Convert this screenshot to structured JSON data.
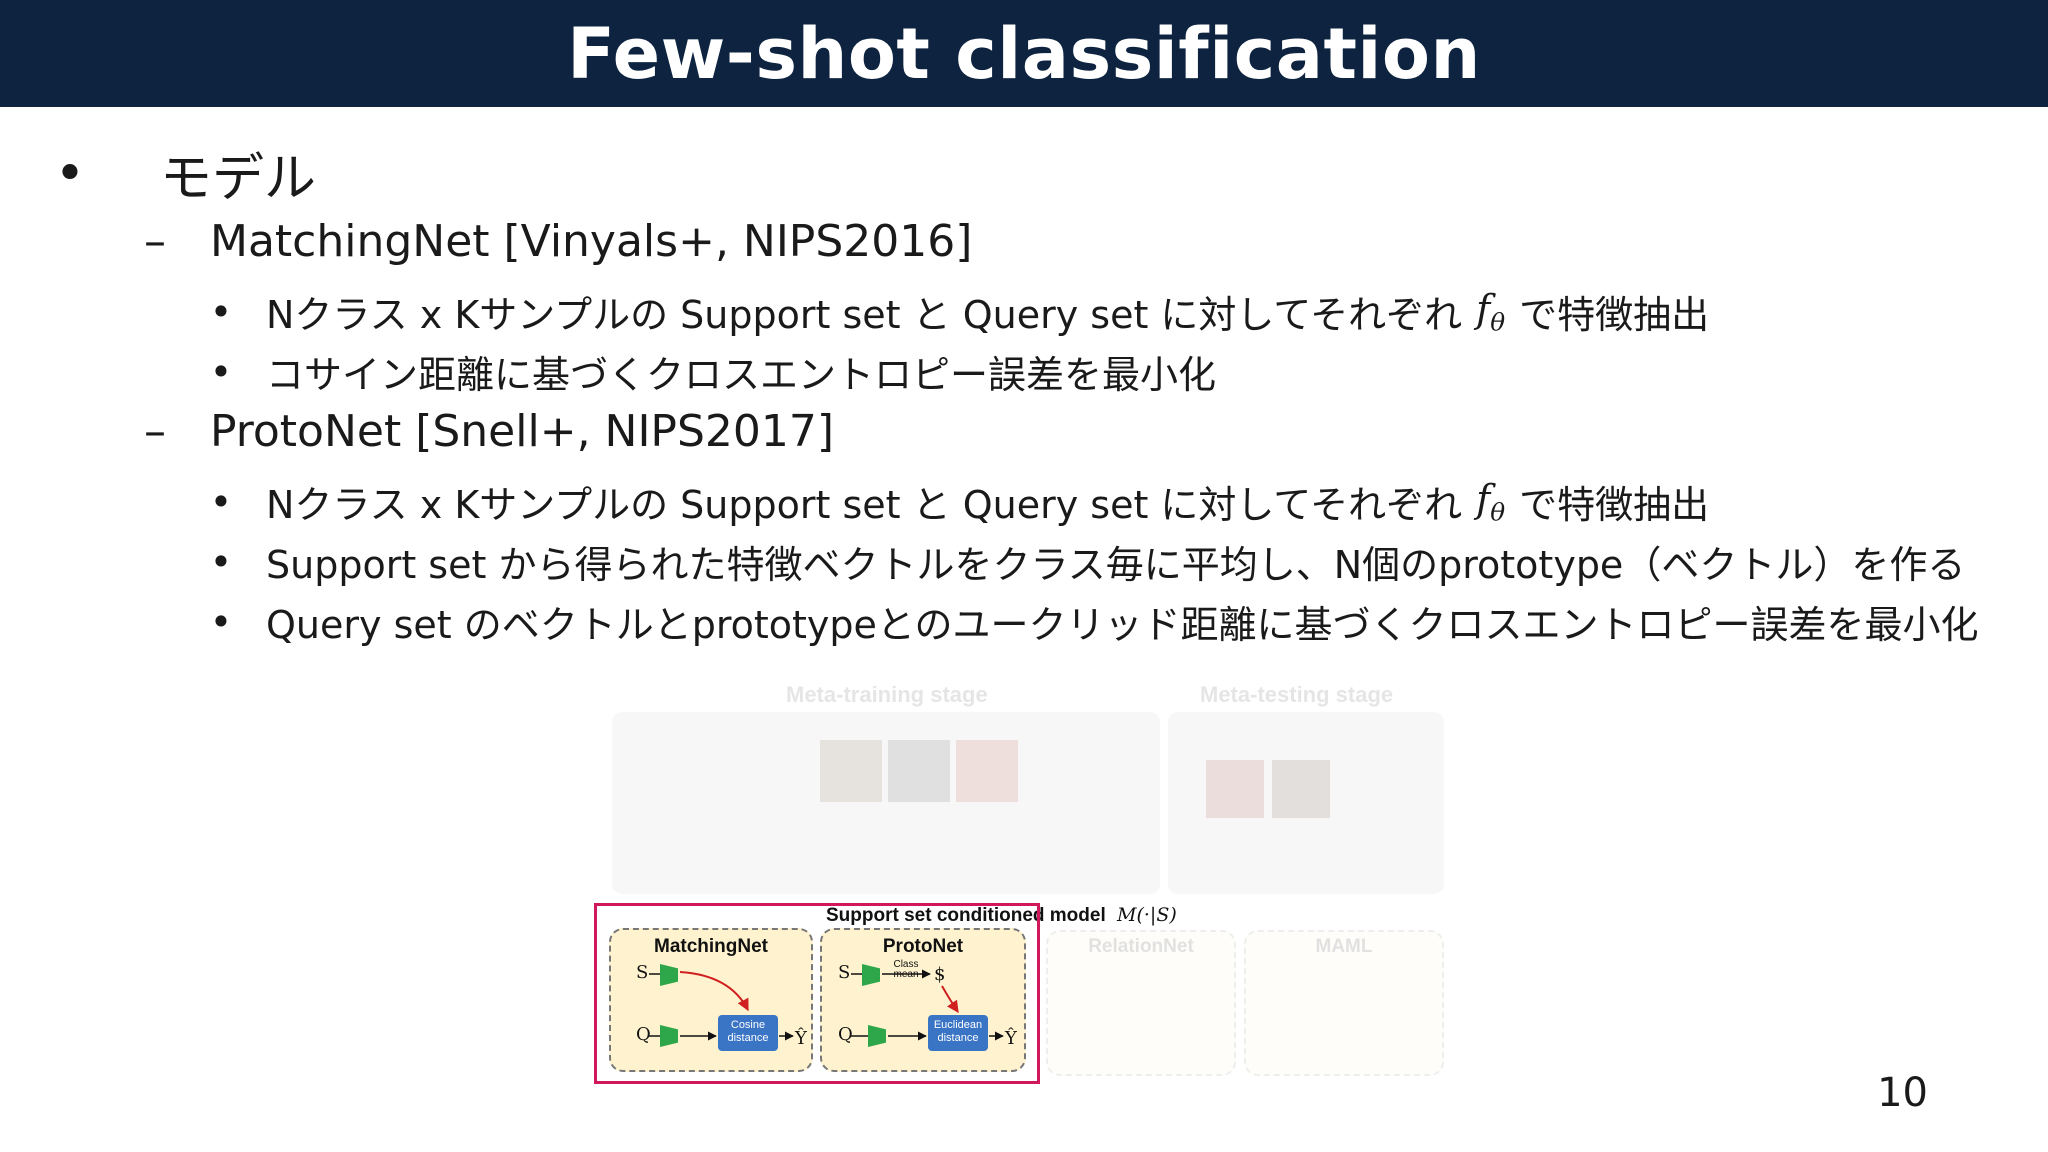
{
  "slide": {
    "title": "Few-shot classification",
    "page_number": "10"
  },
  "bullets": {
    "l1_marker": "•",
    "l2_marker": "–",
    "l3_marker": "•",
    "model": "モデル",
    "matchingnet": {
      "heading": "MatchingNet [Vinyals+, NIPS2016]",
      "item1_pre": "Nクラス x Kサンプルの Support set と Query set に対してそれぞれ",
      "item1_math": "f",
      "item1_math_sub": "θ",
      "item1_post": "で特徴抽出",
      "item2": "コサイン距離に基づくクロスエントロピー誤差を最小化"
    },
    "protonet": {
      "heading": "ProtoNet [Snell+, NIPS2017]",
      "item1_pre": "Nクラス x Kサンプルの Support set と Query set に対してそれぞれ",
      "item1_math": "f",
      "item1_math_sub": "θ",
      "item1_post": "で特徴抽出",
      "item2": "Support set から得られた特徴ベクトルをクラス毎に平均し、N個のprototype（ベクトル）を作る",
      "item3": "Query set のベクトルとprototypeとのユークリッド距離に基づくクロスエントロピー誤差を最小化"
    }
  },
  "figure": {
    "meta_training": "Meta-training stage",
    "meta_testing": "Meta-testing stage",
    "caption": "Support set conditioned model",
    "caption_math": "M(·|S)",
    "matchingnet_title": "MatchingNet",
    "protonet_title": "ProtoNet",
    "relationnet_title": "RelationNet",
    "maml_title": "MAML",
    "s_symbol": "S",
    "q_symbol": "Q",
    "y_symbol": "Ŷ",
    "dollar": "$",
    "class_mean": "Class mean",
    "cosine_distance": "Cosine distance",
    "euclidean_distance": "Euclidean distance",
    "highlight_color": "#d0185a",
    "panel_color": "#fff3cf",
    "encoder_color": "#2ea64a",
    "distance_color": "#3a74c4"
  }
}
